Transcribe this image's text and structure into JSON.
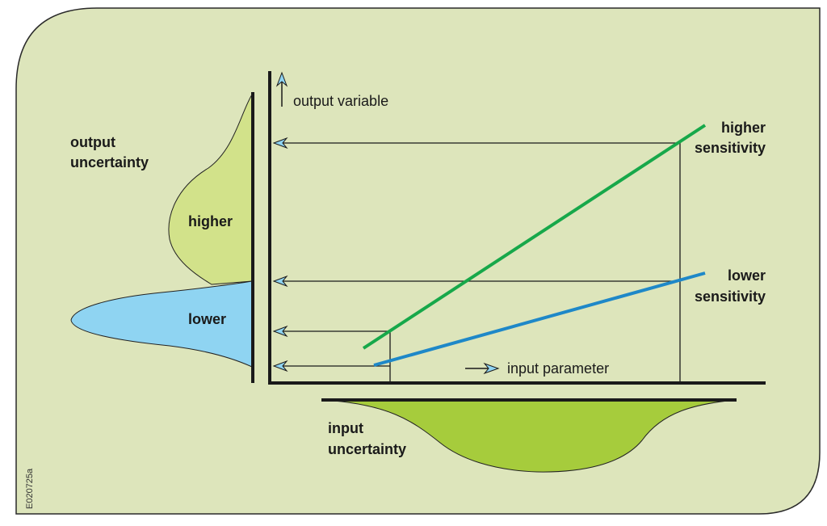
{
  "colors": {
    "panel_fill": "#dde5bb",
    "panel_border": "#2a2a2a",
    "higher_sensitivity_line": "#17a84a",
    "lower_sensitivity_line": "#1e88c8",
    "higher_dist_fill": "#d2e28a",
    "lower_dist_fill": "#8fd4f2",
    "input_dist_fill": "#a6cc3c",
    "axis": "#1a1a1a"
  },
  "labels": {
    "output_variable": "output variable",
    "input_parameter": "input parameter",
    "output_uncertainty_1": "output",
    "output_uncertainty_2": "uncertainty",
    "higher_dist": "higher",
    "lower_dist": "lower",
    "higher_sensitivity_1": "higher",
    "higher_sensitivity_2": "sensitivity",
    "lower_sensitivity_1": "lower",
    "lower_sensitivity_2": "sensitivity",
    "input_uncertainty_1": "input",
    "input_uncertainty_2": "uncertainty",
    "figure_code": "E020725a"
  },
  "icons": {
    "up_arrow": "arrow-up-icon",
    "right_arrow": "arrow-right-icon",
    "left_arrowheads": "arrow-left-icon"
  }
}
